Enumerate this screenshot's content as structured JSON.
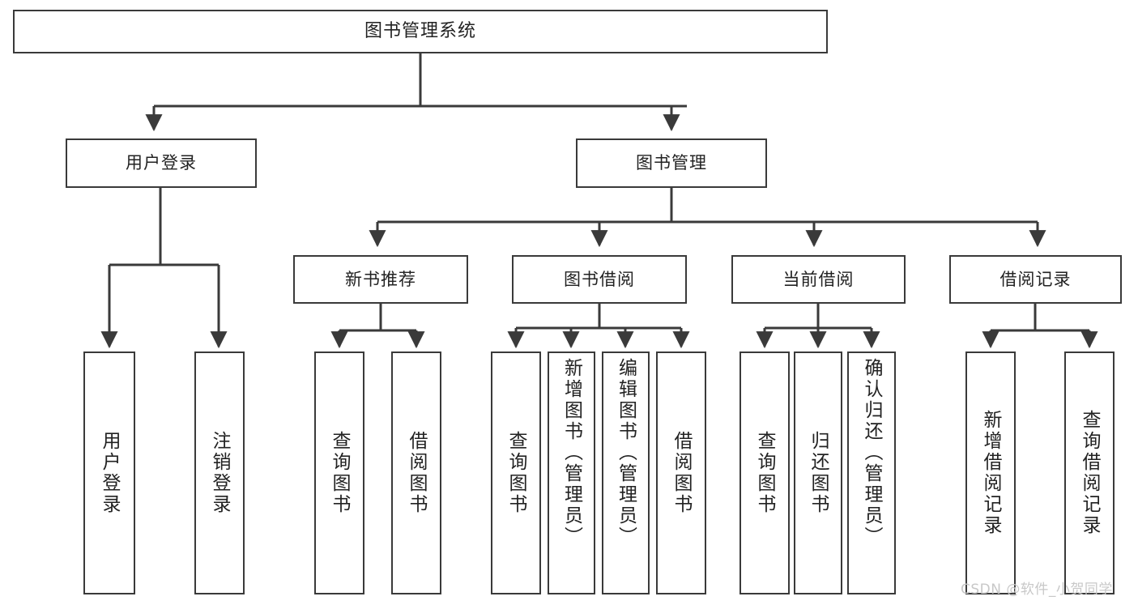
{
  "diagram": {
    "type": "tree-hierarchy",
    "title": "图书管理系统",
    "watermark": "CSDN @软件_小贺同学",
    "colors": {
      "box_stroke": "#3a3a3a",
      "box_fill": "#ffffff",
      "edge": "#3a3a3a",
      "text": "#222222",
      "watermark": "#c8c8c8",
      "background": "#ffffff"
    },
    "levels": {
      "root": {
        "label": "图书管理系统"
      },
      "level2": [
        {
          "label": "用户登录"
        },
        {
          "label": "图书管理"
        }
      ],
      "level3": [
        {
          "label": "新书推荐"
        },
        {
          "label": "图书借阅"
        },
        {
          "label": "当前借阅"
        },
        {
          "label": "借阅记录"
        }
      ],
      "leaves": [
        {
          "label": "用户登录",
          "parent": "用户登录"
        },
        {
          "label": "注销登录",
          "parent": "用户登录"
        },
        {
          "label": "查询图书",
          "parent": "新书推荐"
        },
        {
          "label": "借阅图书",
          "parent": "新书推荐"
        },
        {
          "label": "查询图书",
          "parent": "图书借阅"
        },
        {
          "label": "新增图书（管理员）",
          "parent": "图书借阅"
        },
        {
          "label": "编辑图书（管理员）",
          "parent": "图书借阅"
        },
        {
          "label": "借阅图书",
          "parent": "图书借阅"
        },
        {
          "label": "查询图书",
          "parent": "当前借阅"
        },
        {
          "label": "归还图书",
          "parent": "当前借阅"
        },
        {
          "label": "确认归还（管理员）",
          "parent": "当前借阅"
        },
        {
          "label": "新增借阅记录",
          "parent": "借阅记录"
        },
        {
          "label": "查询借阅记录",
          "parent": "借阅记录"
        }
      ]
    }
  }
}
